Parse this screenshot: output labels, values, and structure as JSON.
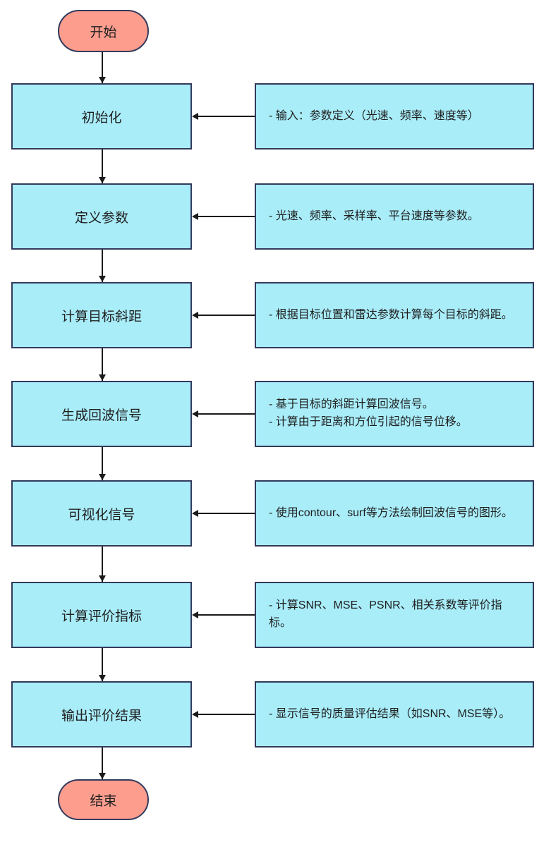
{
  "flow": {
    "start_label": "开始",
    "end_label": "结束",
    "steps": [
      {
        "label": "初始化",
        "note": "- 输入：参数定义（光速、频率、速度等）"
      },
      {
        "label": "定义参数",
        "note": "- 光速、频率、采样率、平台速度等参数。"
      },
      {
        "label": "计算目标斜距",
        "note": "- 根据目标位置和雷达参数计算每个目标的斜距。"
      },
      {
        "label": "生成回波信号",
        "note": "- 基于目标的斜距计算回波信号。\n- 计算由于距离和方位引起的信号位移。"
      },
      {
        "label": "可视化信号",
        "note": "- 使用contour、surf等方法绘制回波信号的图形。"
      },
      {
        "label": "计算评价指标",
        "note": "- 计算SNR、MSE、PSNR、相关系数等评价指标。"
      },
      {
        "label": "输出评价结果",
        "note": "- 显示信号的质量评估结果（如SNR、MSE等）。"
      }
    ],
    "colors": {
      "process_fill": "#A9EDF9",
      "terminal_fill": "#FC9D8E",
      "border": "#333A5C",
      "arrow": "#1A1A1A"
    }
  }
}
